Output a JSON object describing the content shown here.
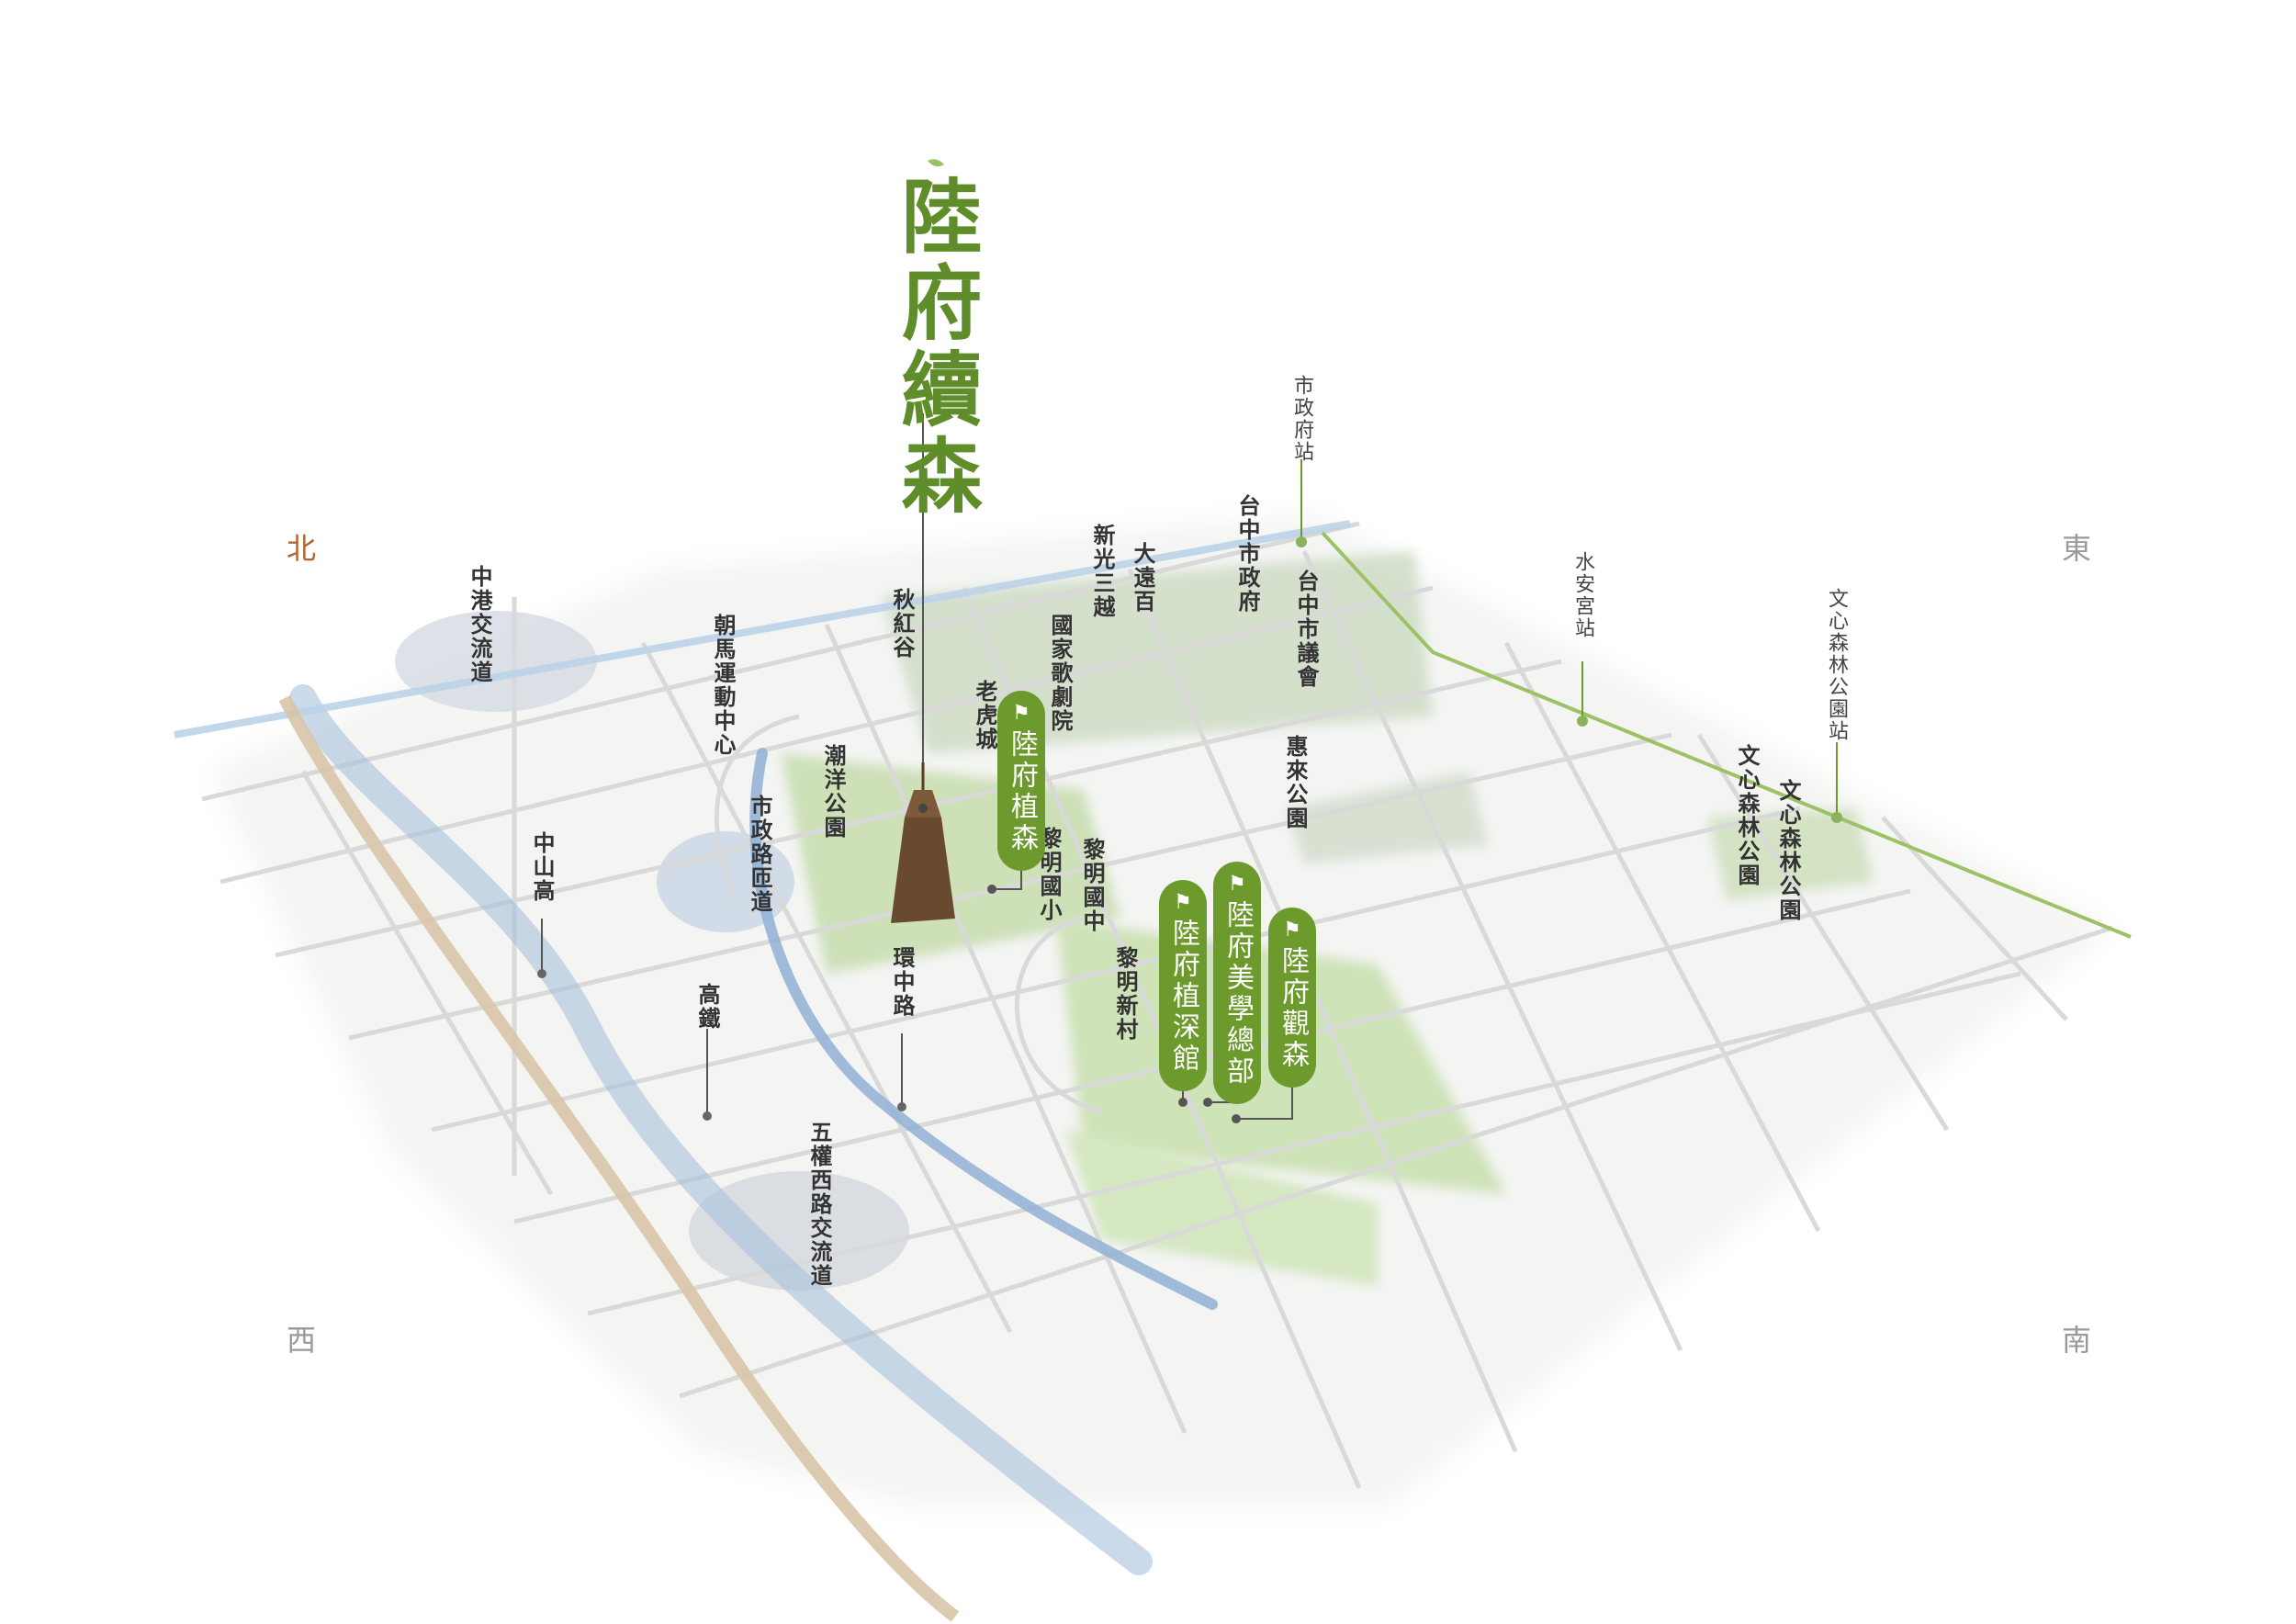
{
  "title": "陸府續森",
  "compass": {
    "north": "北",
    "east": "東",
    "west": "西",
    "south": "南"
  },
  "landmarks": {
    "zhonggang": "中港交流道",
    "chaoma": "朝馬運動中心",
    "qiuhonggu": "秋紅谷",
    "xinguang": "新光三越",
    "dayuan": "大遠百",
    "taichung_gov": "台中市政府",
    "taichung_council": "台中市議會",
    "opera": "國家歌劇院",
    "laohu": "老虎城",
    "chaoyang": "潮洋公園",
    "shizheng_tunnel": "市政路匝道",
    "liming_elem": "黎明國小",
    "liming_junior": "黎明國中",
    "huilai": "惠來公園",
    "liming_village": "黎明新村",
    "zhongshan": "中山高",
    "hsr": "高鐵",
    "huanzhong": "環中路",
    "wuquan": "五權西路交流道",
    "wenxin_park": "文心森林公園"
  },
  "stations": {
    "city_hall": "市政府站",
    "shuian": "水安宮站",
    "wenxin_station": "文心森林公園站"
  },
  "projects": {
    "zhisen": "陸府植森",
    "zhishen": "陸府植深館",
    "meixue": "陸府美學總部",
    "guansen": "陸府觀森"
  },
  "colors": {
    "brand_green": "#6d9a2c",
    "title_green": "#5e8d2a",
    "north_orange": "#b5662f",
    "mrt_green": "#9cc268",
    "river_blue": "#a8c2dc"
  }
}
